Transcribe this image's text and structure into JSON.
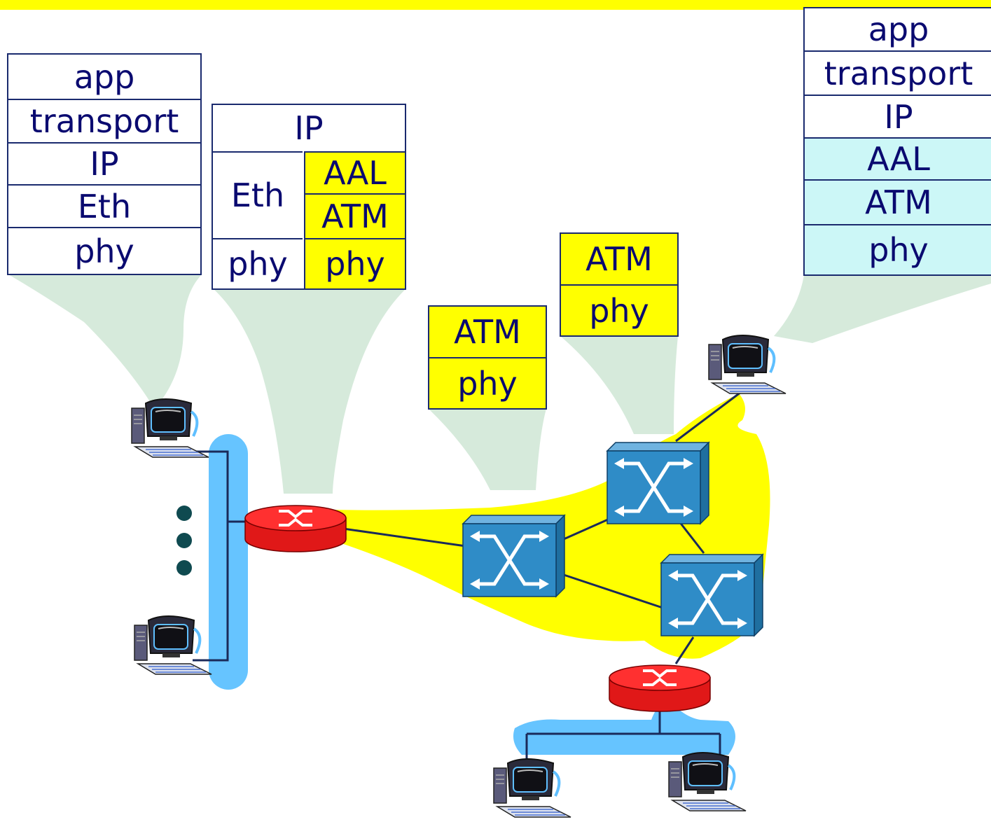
{
  "stacks": {
    "left_host": [
      "app",
      "transport",
      "IP",
      "Eth",
      "phy"
    ],
    "router": {
      "top": "IP",
      "left_mid": "Eth",
      "right_mid": [
        "AAL",
        "ATM"
      ],
      "bottom": [
        "phy",
        "phy"
      ]
    },
    "switch_a": [
      "ATM",
      "phy"
    ],
    "switch_b": [
      "ATM",
      "phy"
    ],
    "right_host": [
      "app",
      "transport",
      "IP",
      "AAL",
      "ATM",
      "phy"
    ]
  },
  "colors": {
    "callout": "#d6eadb",
    "atm_cloud": "#ffff00",
    "lan": "#66c4ff",
    "router": "#ff2a2a",
    "switch": "#2f8cc7",
    "stack_border": "#1a2a6e",
    "text": "#0a0a70"
  },
  "icons": [
    "desktop-computer-icon",
    "router-icon",
    "atm-switch-icon"
  ]
}
